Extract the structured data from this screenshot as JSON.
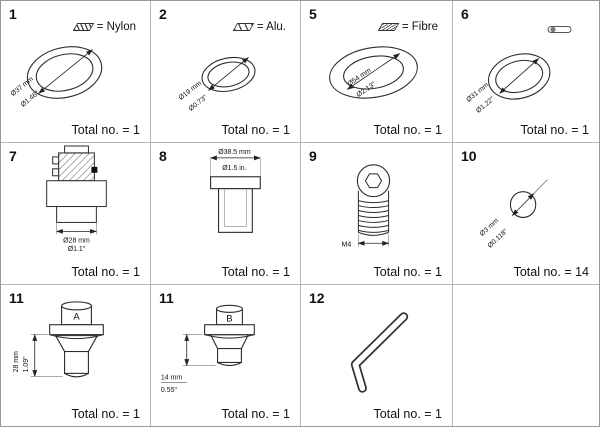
{
  "cells": [
    {
      "num": "1",
      "legend": "= Nylon",
      "dim1": "Ø37 mm",
      "dim2": "Ø1.46\"",
      "total": "Total no. = 1"
    },
    {
      "num": "2",
      "legend": "= Alu.",
      "dim1": "Ø19 mm",
      "dim2": "Ø0.73\"",
      "total": "Total no. = 1"
    },
    {
      "num": "5",
      "legend": "= Fibre",
      "dim1": "Ø54 mm",
      "dim2": "Ø2.13\"",
      "total": "Total no. = 1"
    },
    {
      "num": "6",
      "dim1": "Ø31 mm",
      "dim2": "Ø1.22\"",
      "total": "Total no. = 1"
    },
    {
      "num": "7",
      "dim1": "Ø28 mm",
      "dim2": "Ø1.1\"",
      "total": "Total no. = 1"
    },
    {
      "num": "8",
      "dim1": "Ø38.5 mm",
      "dim2": "Ø1.5 in.",
      "total": "Total no. = 1"
    },
    {
      "num": "9",
      "dim1": "M4",
      "total": "Total no. = 1"
    },
    {
      "num": "10",
      "dim1": "Ø3 mm",
      "dim2": "Ø0.118\"",
      "total": "Total no. = 14"
    },
    {
      "num": "11",
      "variant": "A",
      "dim1": "28 mm",
      "dim2": "1.09\"",
      "total": "Total no. = 1"
    },
    {
      "num": "11",
      "variant": "B",
      "dim1": "14 mm",
      "dim2": "0.55\"",
      "total": "Total no. = 1"
    },
    {
      "num": "12",
      "total": "Total no. = 1"
    }
  ]
}
